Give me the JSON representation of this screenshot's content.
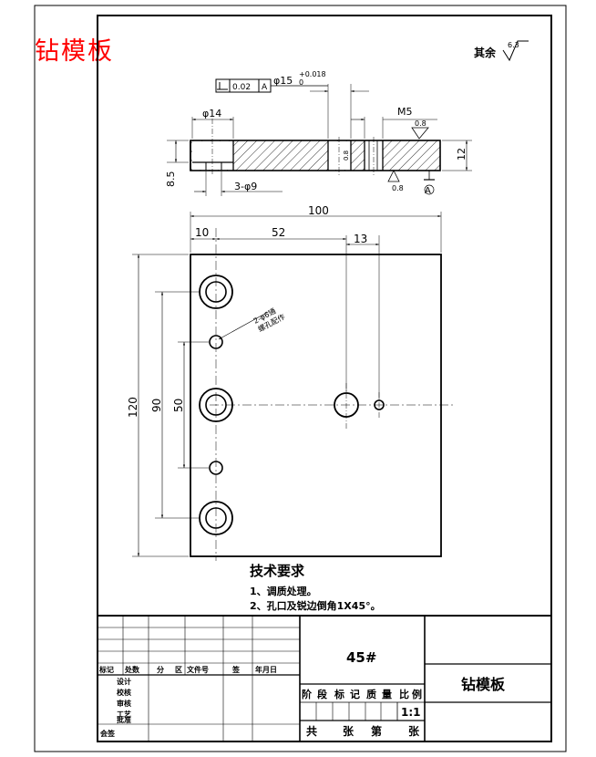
{
  "title_red": "钻模板",
  "roughness": {
    "label": "其余",
    "value": "6.3"
  },
  "tolerance_frame": {
    "flatness": "0.02",
    "datum": "A"
  },
  "section_dims": {
    "top_hole": "φ15",
    "tol_upper": "+0.018",
    "tol_lower": "0",
    "counterbore": "φ14",
    "thread": "M5",
    "rough_08": "0.8",
    "rough_08b": "0.8",
    "rough_top": "0.8",
    "left_height": "8.5",
    "thickness": "12",
    "holes": "3-φ9",
    "inner_dim": "0.8",
    "datum_A": "A"
  },
  "plan_dims": {
    "width": "100",
    "d10": "10",
    "d52": "52",
    "d13": "13",
    "height": "120",
    "d90": "90",
    "d50": "50",
    "note_line1": "2-φ6通",
    "note_line2": "螺孔配作"
  },
  "requirements": {
    "title": "技术要求",
    "items": [
      "1、调质处理。",
      "2、孔口及锐边倒角1X45°。"
    ]
  },
  "title_block": {
    "material": "45#",
    "name": "钻模板",
    "row_labels": [
      "标记",
      "处数",
      "分",
      "区",
      "文件号",
      "签",
      "年月日"
    ],
    "roles": [
      "设计",
      "校核",
      "审核",
      "工艺",
      "批准"
    ],
    "meta_labels": [
      "阶",
      "段",
      "标",
      "记",
      "质",
      "量",
      "比",
      "例"
    ],
    "scale": "1:1",
    "sheet": [
      "共",
      "张",
      "第",
      "张"
    ],
    "sign_label": "会签"
  }
}
